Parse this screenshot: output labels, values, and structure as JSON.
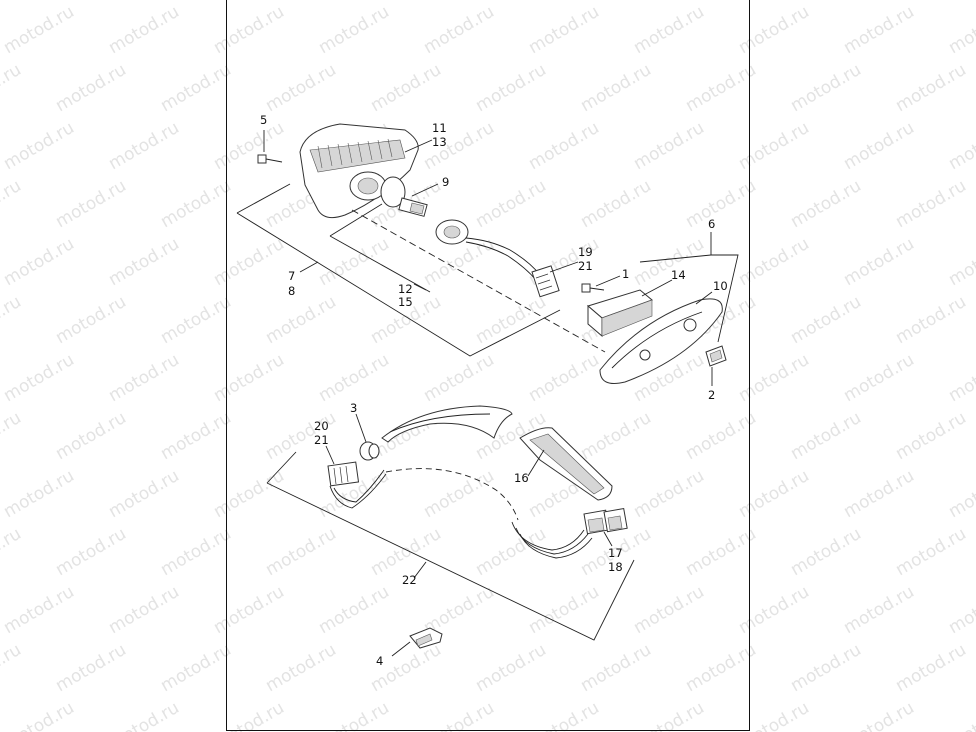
{
  "watermark": "motod.ru",
  "colors": {
    "line": "#222222",
    "watermark": "#e3e3e3",
    "border": "#111111"
  },
  "callouts": {
    "c1": "1",
    "c2": "2",
    "c3": "3",
    "c4": "4",
    "c5": "5",
    "c6": "6",
    "c7": "7",
    "c8": "8",
    "c9": "9",
    "c10": "10",
    "c11": "11",
    "c12": "12",
    "c13": "13",
    "c14": "14",
    "c15": "15",
    "c16": "16",
    "c17": "17",
    "c18": "18",
    "c19": "19",
    "c20": "20",
    "c21a": "21",
    "c21b": "21",
    "c22": "22"
  }
}
